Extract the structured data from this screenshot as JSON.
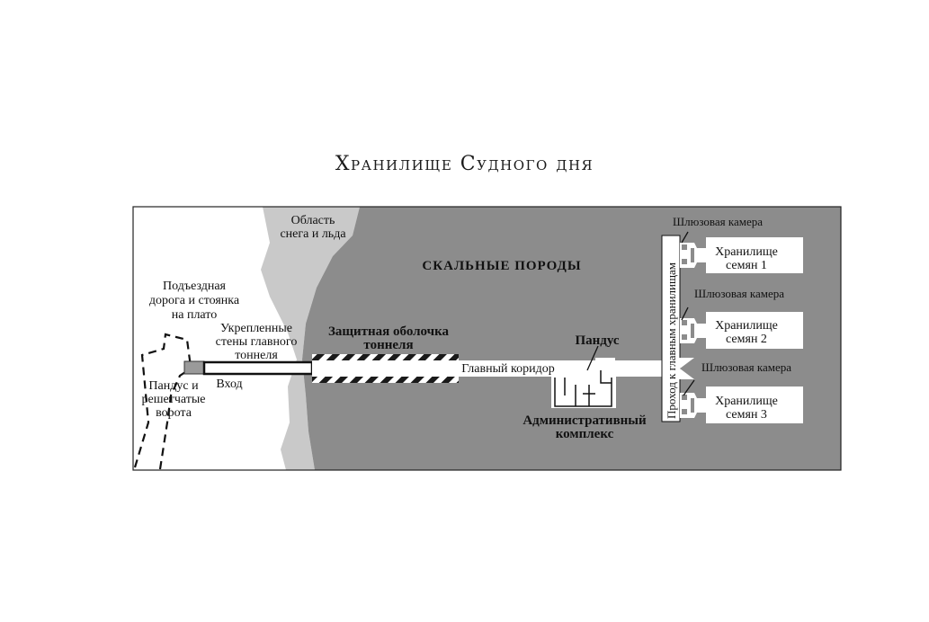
{
  "title": "Хранилище Судного дня",
  "labels": {
    "snow_ice": [
      "Область",
      "снега и льда"
    ],
    "rock": "СКАЛЬНЫЕ ПОРОДЫ",
    "access_road": [
      "Подъездная",
      "дорога и стоянка",
      "на плато"
    ],
    "reinforced_walls": [
      "Укрепленные",
      "стены главного",
      "тоннеля"
    ],
    "entrance": "Вход",
    "ramp_gates": [
      "Пандус и",
      "решетчатые",
      "ворота"
    ],
    "tunnel_shell": [
      "Защитная оболочка",
      "тоннеля"
    ],
    "main_corridor": "Главный коридор",
    "ramp": "Пандус",
    "admin_complex": [
      "Административный",
      "комплекс"
    ],
    "passage": "Проход к главным хранилищам",
    "airlock": "Шлюзовая камера",
    "vaults": [
      {
        "line1": "Хранилище",
        "line2": "семян  1"
      },
      {
        "line1": "Хранилище",
        "line2": "семян  2"
      },
      {
        "line1": "Хранилище",
        "line2": "семян  3"
      }
    ]
  },
  "colors": {
    "rock": "#8c8c8c",
    "snow": "#c9c9c9",
    "ground": "#ffffff",
    "ink": "#111111"
  }
}
